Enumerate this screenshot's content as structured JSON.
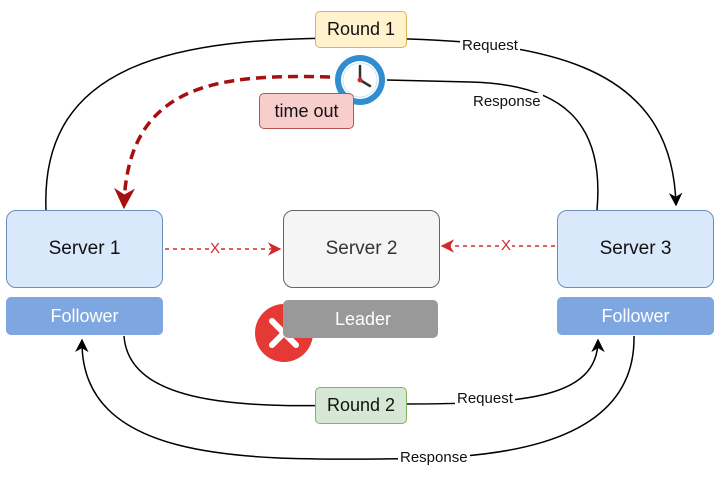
{
  "servers": {
    "server1": {
      "label": "Server 1",
      "role": "Follower"
    },
    "server2": {
      "label": "Server 2",
      "role": "Leader"
    },
    "server3": {
      "label": "Server 3",
      "role": "Follower"
    }
  },
  "rounds": {
    "round1": "Round 1",
    "round2": "Round 2"
  },
  "timeout": "time out",
  "edges": {
    "round1_request": "Request",
    "round1_response": "Response",
    "round2_request": "Request",
    "round2_response": "Response",
    "failed_marker": "X"
  },
  "colors": {
    "server_fill": "#dae8fc",
    "server_border": "#6c8ebf",
    "follower_fill": "#7ea6e0",
    "leader_fill": "#999999",
    "failure_red": "#e53935",
    "timeout_arrow": "#a50f0f",
    "dashed_red": "#d02b2b"
  },
  "icons": {
    "clock": "clock-icon",
    "failure": "error-x-icon"
  }
}
